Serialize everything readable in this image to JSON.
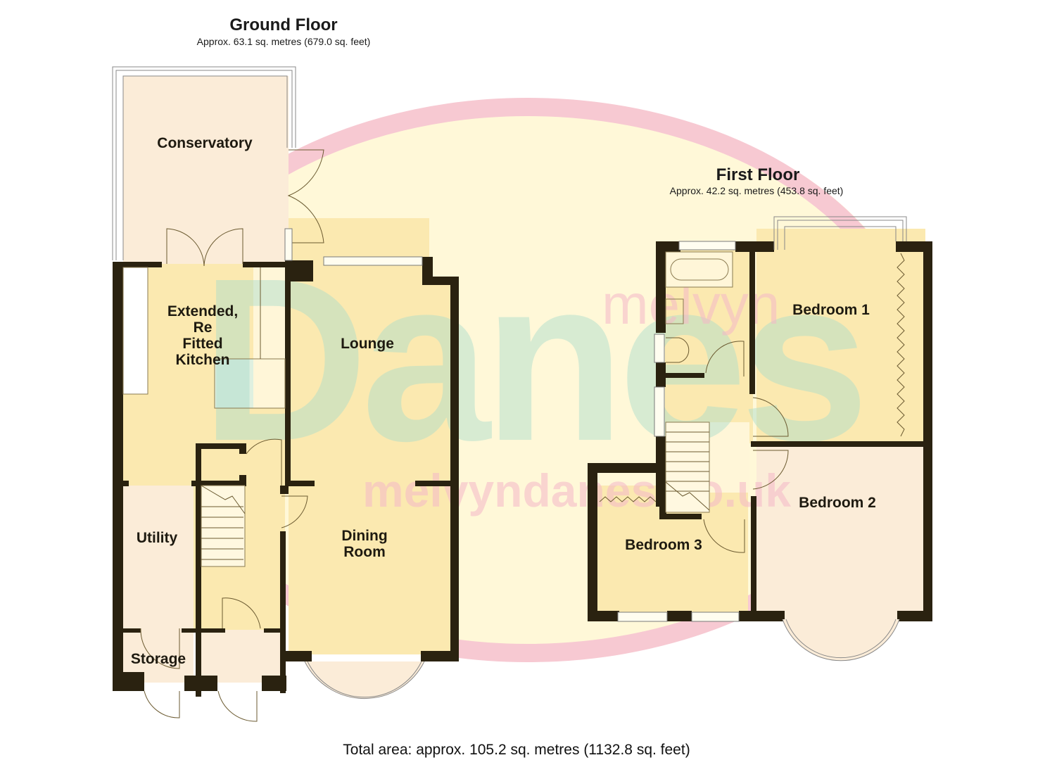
{
  "ground_floor": {
    "title": "Ground Floor",
    "area": "Approx. 63.1 sq. metres (679.0 sq. feet)",
    "rooms": {
      "conservatory": "Conservatory",
      "kitchen_line1": "Extended,",
      "kitchen_line2": "Re",
      "kitchen_line3": "Fitted",
      "kitchen_line4": "Kitchen",
      "lounge": "Lounge",
      "dining_line1": "Dining",
      "dining_line2": "Room",
      "utility": "Utility",
      "storage": "Storage"
    }
  },
  "first_floor": {
    "title": "First Floor",
    "area": "Approx. 42.2 sq. metres (453.8 sq. feet)",
    "rooms": {
      "bedroom1": "Bedroom 1",
      "bedroom2": "Bedroom 2",
      "bedroom3": "Bedroom 3"
    }
  },
  "watermark": {
    "line1": "melvyn",
    "line2": "Danes",
    "line3": "melvyndanes.co.uk"
  },
  "footer": {
    "total_area": "Total area: approx. 105.2 sq. metres (1132.8 sq. feet)"
  },
  "colors": {
    "wall": "#2a2210",
    "room_fill": "#fbe9b0",
    "room_fill_light": "#fbecd8",
    "ellipse_fill": "#fff8d8",
    "ellipse_ring": "#f7c9d2",
    "watermark_teal": "#a8dccc",
    "watermark_pink": "#f5b8c8"
  }
}
